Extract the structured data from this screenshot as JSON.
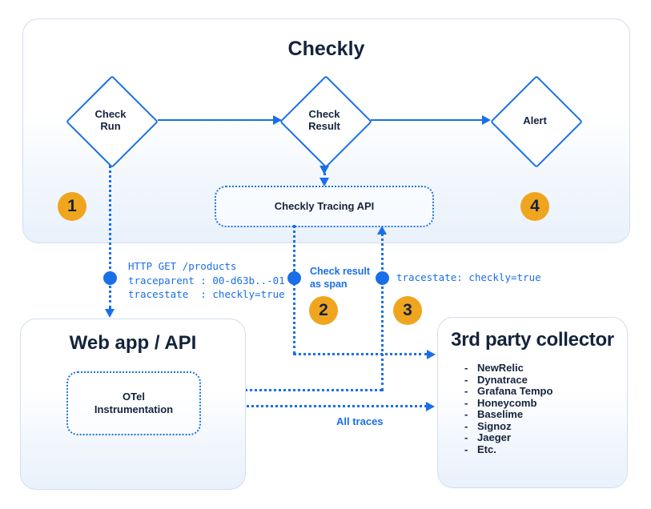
{
  "diagram": {
    "checkly_panel": {
      "title": "Checkly"
    },
    "nodes": {
      "check_run": "Check\nRun",
      "check_result": "Check\nResult",
      "alert": "Alert",
      "tracing_api": "Checkly Tracing API",
      "otel": "OTel\nInstrumentation"
    },
    "badges": [
      "1",
      "2",
      "3",
      "4"
    ],
    "annotations": {
      "http_block": "HTTP GET /products\ntraceparent : 00-d63b..-01\ntracestate  : checkly=true",
      "check_result_as_span": "Check result\nas span",
      "tracestate": "tracestate: checkly=true",
      "all_traces": "All traces"
    },
    "web_app_panel": {
      "title": "Web app / API"
    },
    "collector_panel": {
      "title": "3rd party collector",
      "items": [
        "NewRelic",
        "Dynatrace",
        "Grafana Tempo",
        "Honeycomb",
        "Baselime",
        "Signoz",
        "Jaeger",
        "Etc."
      ]
    },
    "colors": {
      "accent_blue": "#1a6fe8",
      "navy": "#14233c",
      "amber": "#f0a51f"
    }
  }
}
